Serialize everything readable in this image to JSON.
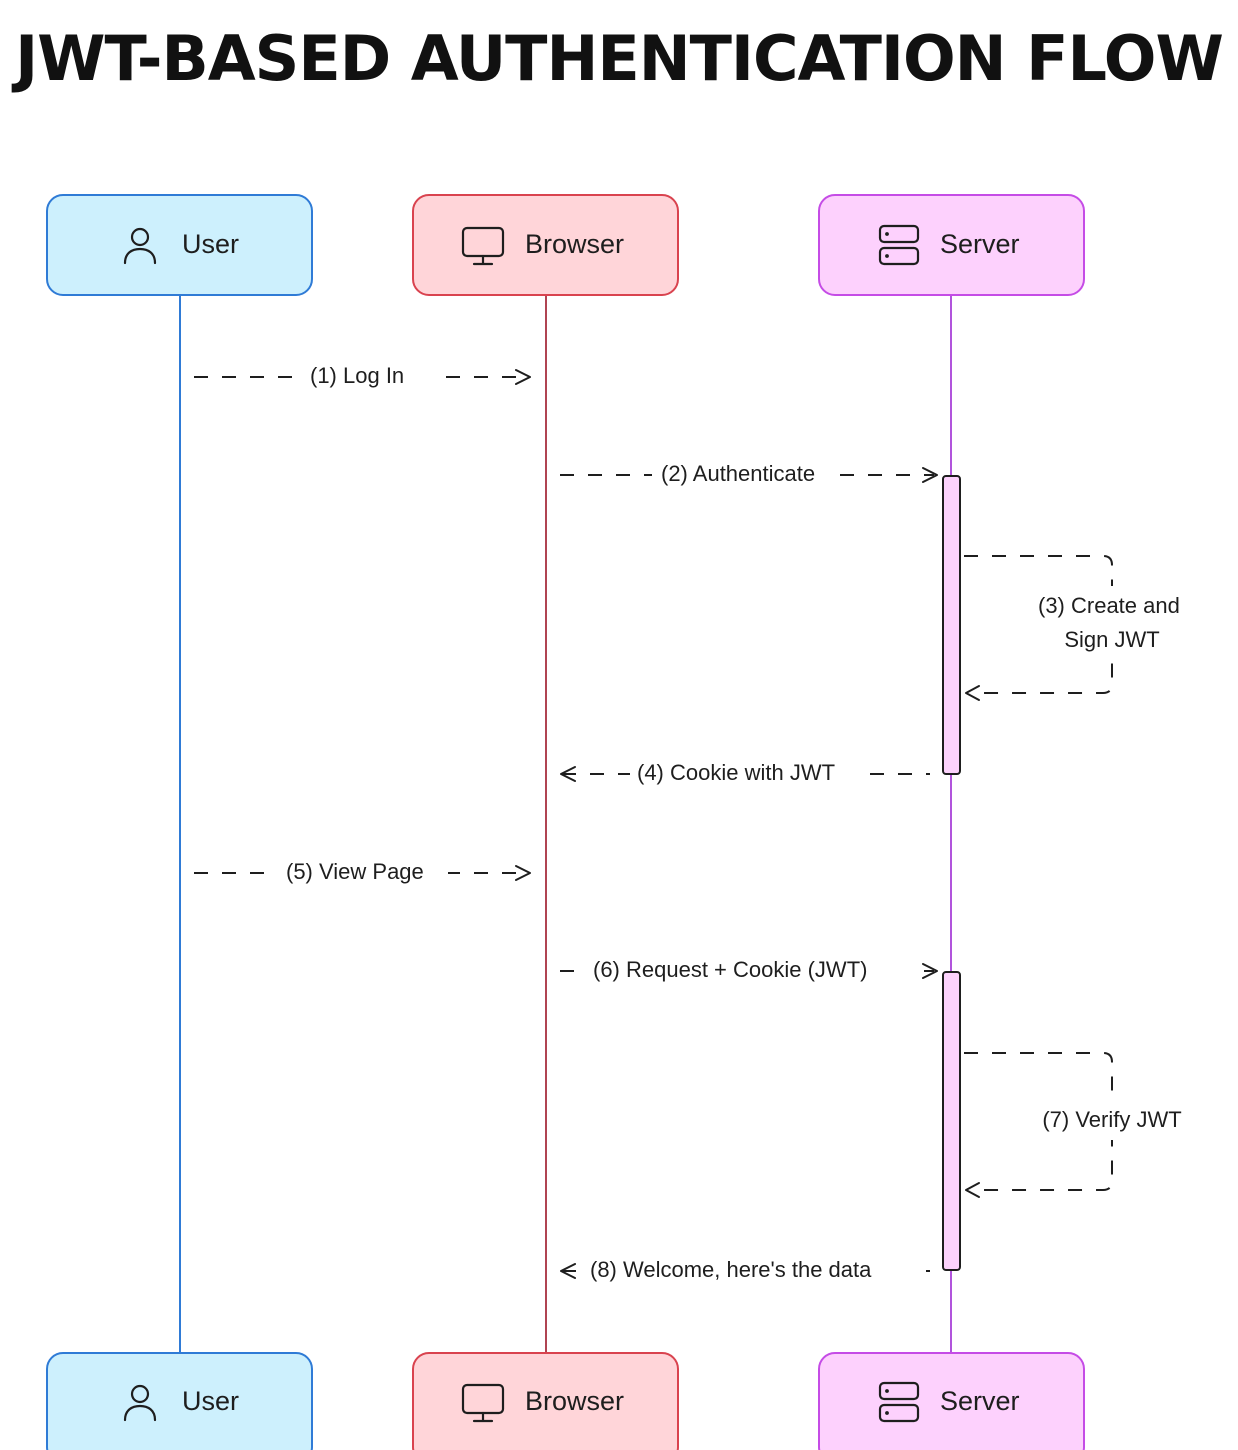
{
  "title": "JWT-BASED AUTHENTICATION FLOW",
  "colors": {
    "user_fill": "#cdf0fd",
    "user_stroke": "#2f7bd6",
    "browser_fill": "#ffd5d9",
    "browser_stroke": "#d9434f",
    "server_fill": "#fdd1fd",
    "server_stroke": "#c54ce6",
    "user_line": "#2f7bd6",
    "browser_line": "#b04452",
    "server_line": "#b154dc",
    "activation_fill": "#fcd2fc"
  },
  "actors": [
    {
      "key": "user",
      "label": "User",
      "icon": "user-icon"
    },
    {
      "key": "browser",
      "label": "Browser",
      "icon": "monitor-icon"
    },
    {
      "key": "server",
      "label": "Server",
      "icon": "server-icon"
    }
  ],
  "messages": [
    {
      "label": "(1) Log In",
      "from": "user",
      "to": "browser"
    },
    {
      "label": "(2) Authenticate",
      "from": "browser",
      "to": "server"
    },
    {
      "label_lines": [
        "(3) Create and",
        "Sign JWT"
      ],
      "from": "server",
      "to": "server"
    },
    {
      "label": "(4) Cookie with JWT",
      "from": "server",
      "to": "browser"
    },
    {
      "label": "(5) View Page",
      "from": "user",
      "to": "browser"
    },
    {
      "label": "(6) Request + Cookie (JWT)",
      "from": "browser",
      "to": "server"
    },
    {
      "label_lines": [
        "(7) Verify JWT"
      ],
      "from": "server",
      "to": "server"
    },
    {
      "label": "(8) Welcome, here's the data",
      "from": "server",
      "to": "browser"
    }
  ]
}
